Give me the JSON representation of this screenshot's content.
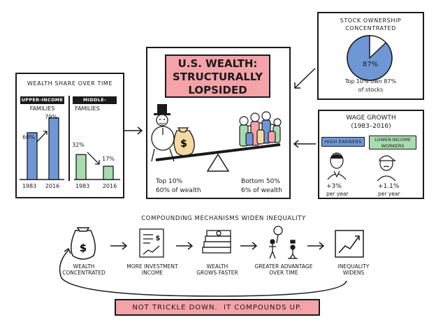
{
  "colors": {
    "blue": "#6f97d6",
    "green": "#a8dcb0",
    "pink": "#f4a3a8",
    "ink": "#1a1a1a"
  },
  "wealth_share": {
    "title": "WEALTH SHARE OVER TIME",
    "upper": {
      "tag": "UPPER-INCOME",
      "sub": "FAMILIES",
      "v1983": "60%",
      "v2016": "79%",
      "y1": "1983",
      "y2": "2016"
    },
    "middle": {
      "tag": "MIDDLE-INCOME",
      "sub": "FAMILIES",
      "v1983": "32%",
      "v2016": "17%",
      "y1": "1983",
      "y2": "2016"
    }
  },
  "chart_data": [
    {
      "type": "bar",
      "title": "UPPER-INCOME FAMILIES",
      "categories": [
        "1983",
        "2016"
      ],
      "values": [
        60,
        79
      ],
      "ylim": [
        0,
        85
      ]
    },
    {
      "type": "bar",
      "title": "MIDDLE-INCOME FAMILIES",
      "categories": [
        "1983",
        "2016"
      ],
      "values": [
        32,
        17
      ],
      "ylim": [
        0,
        85
      ]
    },
    {
      "type": "pie",
      "title": "STOCK OWNERSHIP CONCENTRATED",
      "categories": [
        "Top 10%"
      ],
      "values": [
        87
      ]
    }
  ],
  "center": {
    "title_l1": "U.S. WEALTH:",
    "title_l2": "STRUCTURALLY",
    "title_l3": "LOPSIDED",
    "left_top": "Top 10%",
    "left_bottom": "60% of wealth",
    "right_top": "Bottom 50%",
    "right_bottom": "6% of wealth"
  },
  "stock": {
    "title_l1": "STOCK OWNERSHIP",
    "title_l2": "CONCENTRATED",
    "pct": "87%",
    "note_l1": "Top 10% own 87%",
    "note_l2": "of stocks"
  },
  "wage": {
    "title_l1": "WAGE GROWTH",
    "title_l2": "(1983–2016)",
    "high_l1": "HIGH EARNERS",
    "low_l1": "LOWER-INCOME",
    "low_l2": "WORKERS",
    "high_val": "+3%",
    "high_unit": "per year",
    "low_val": "+1.1%",
    "low_unit": "per year"
  },
  "mechanisms": {
    "title": "COMPOUNDING MECHANISMS WIDEN INEQUALITY",
    "steps": [
      {
        "l1": "WEALTH",
        "l2": "CONCENTRATED"
      },
      {
        "l1": "MORE INVESTMENT",
        "l2": "INCOME"
      },
      {
        "l1": "WEALTH",
        "l2": "GROWS FASTER"
      },
      {
        "l1": "GREATER ADVANTAGE",
        "l2": "OVER TIME"
      },
      {
        "l1": "INEQUALITY",
        "l2": "WIDENS"
      }
    ]
  },
  "footer": {
    "text": "NOT TRICKLE DOWN.  IT COMPOUNDS UP."
  }
}
